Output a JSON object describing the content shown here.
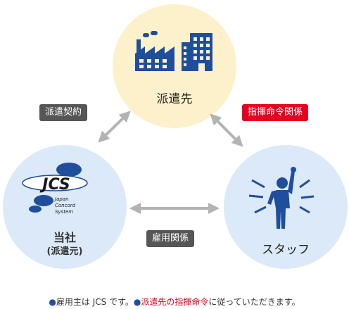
{
  "nodes": {
    "client": {
      "label": "派遣先",
      "icons": [
        "factory-icon",
        "office-building-icon"
      ]
    },
    "company": {
      "label": "当社",
      "sub": "(派遣元)",
      "logo": {
        "letters": "JCS",
        "line1": "Japan",
        "line2": "Concord",
        "line3": "System"
      }
    },
    "staff": {
      "label": "スタッフ",
      "icon": "raised-fist-person-icon"
    }
  },
  "relations": {
    "dispatch_contract": "派遣契約",
    "command": "指揮命令関係",
    "employment": "雇用関係"
  },
  "note": {
    "bullet1": "●",
    "part1": "雇用主は JCS です。",
    "bullet2": "●",
    "part2_red": "派遣先の指揮命令",
    "part3": "に従っていただきます。"
  },
  "colors": {
    "navy": "#1f4e9c",
    "red": "#e6001f",
    "arrow": "#b3b3b3",
    "yellow": "#fdf1cc",
    "blue": "#dbe9f8"
  }
}
